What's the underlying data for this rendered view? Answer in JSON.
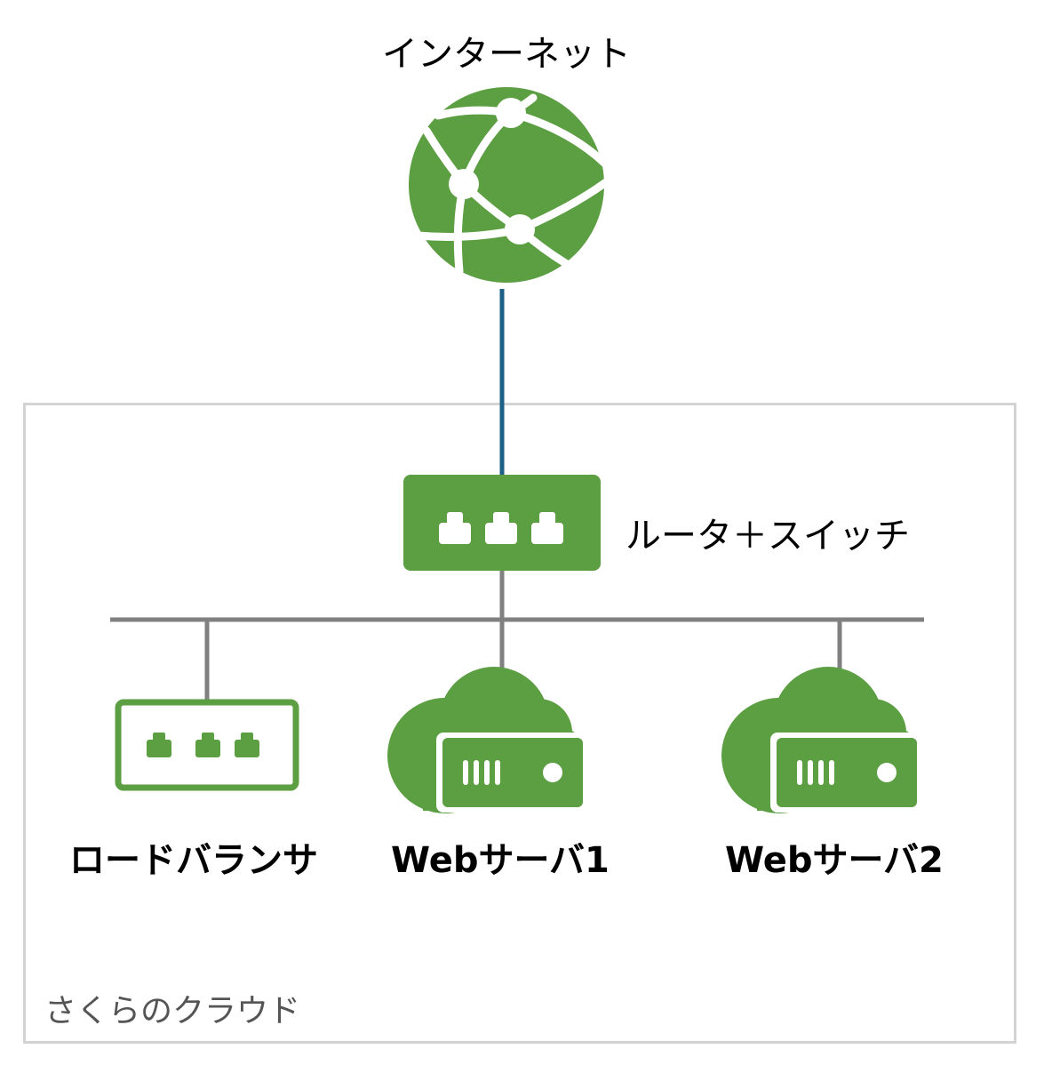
{
  "colors": {
    "icon_green": "#5c9e42",
    "uplink_line": "#1e5f86",
    "bus_line": "#808080",
    "frame_border": "#d3d3d3",
    "region_text": "#555555"
  },
  "internet": {
    "label": "インターネット",
    "icon": "globe-network-icon"
  },
  "region": {
    "label": "さくらのクラウド"
  },
  "router": {
    "label": "ルータ＋スイッチ",
    "icon": "router-switch-icon"
  },
  "nodes": [
    {
      "label": "ロードバランサ",
      "icon": "load-balancer-icon"
    },
    {
      "label": "Webサーバ1",
      "icon": "cloud-server-icon"
    },
    {
      "label": "Webサーバ2",
      "icon": "cloud-server-icon"
    }
  ]
}
